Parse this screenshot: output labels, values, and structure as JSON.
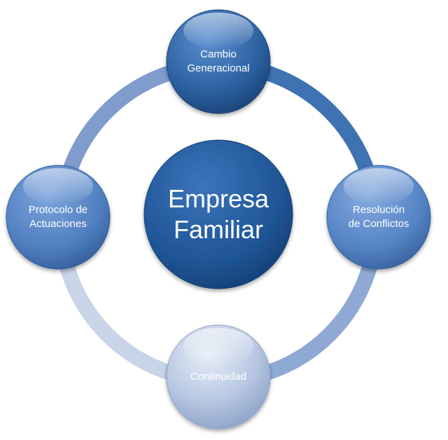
{
  "center": {
    "label": "Empresa\nFamiliar"
  },
  "nodes": {
    "top": {
      "label": "Cambio\nGeneracional"
    },
    "right": {
      "label": "Resolución\nde Conflictos"
    },
    "bottom": {
      "label": "Continuidad"
    },
    "left": {
      "label": "Protocolo de\nActuaciones"
    }
  },
  "colors": {
    "ring_top_right": "#3f72b3",
    "ring_right_bottom": "#8fa9d4",
    "ring_bottom_left": "#c8d4e8",
    "ring_left_top": "#7f9ccc",
    "center_fill": "#1f5596",
    "node_dark": "#2a5f9f",
    "node_mid": "#5483c4",
    "node_light": "#b9c8e3"
  }
}
